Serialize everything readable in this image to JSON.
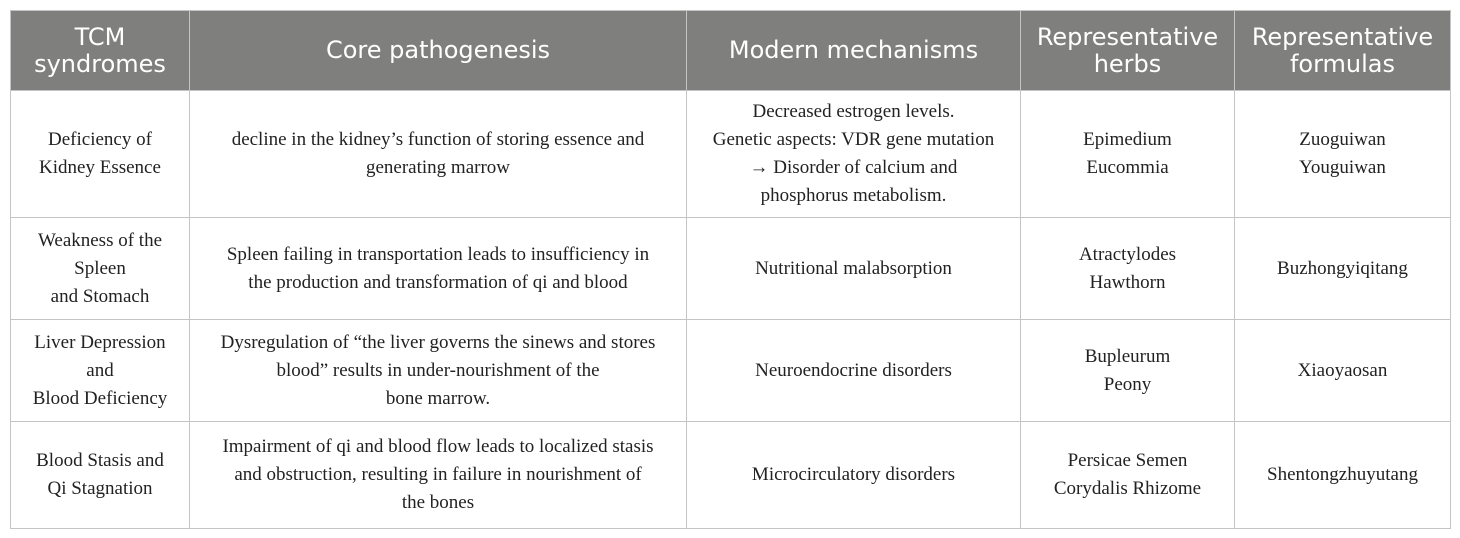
{
  "headers": [
    "TCM\nsyndromes",
    "Core pathogenesis",
    "Modern mechanisms",
    "Representative\nherbs",
    "Representative\nformulas"
  ],
  "rows": [
    {
      "syndrome": "Deficiency of\nKidney Essence",
      "pathogenesis": "decline in the kidney’s function of storing essence and\ngenerating marrow",
      "mechanisms": "Decreased estrogen levels.\nGenetic aspects: VDR gene mutation\n→ Disorder of calcium and\nphosphorus metabolism.",
      "herbs": "Epimedium\nEucommia",
      "formulas": "Zuoguiwan\nYouguiwan"
    },
    {
      "syndrome": "Weakness of the\nSpleen\nand Stomach",
      "pathogenesis": "Spleen failing in transportation leads to insufficiency in\nthe production and transformation of qi and blood",
      "mechanisms": "Nutritional malabsorption",
      "herbs": "Atractylodes\nHawthorn",
      "formulas": "Buzhongyiqitang"
    },
    {
      "syndrome": "Liver Depression\nand\nBlood Deficiency",
      "pathogenesis": "Dysregulation of “the liver governs the sinews and stores\nblood” results in under-nourishment of the\nbone marrow.",
      "mechanisms": "Neuroendocrine disorders",
      "herbs": "Bupleurum\nPeony",
      "formulas": "Xiaoyaosan"
    },
    {
      "syndrome": "Blood Stasis and\nQi Stagnation",
      "pathogenesis": "Impairment of qi and blood flow leads to localized stasis\nand obstruction, resulting in failure in nourishment of\nthe bones",
      "mechanisms": "Microcirculatory disorders",
      "herbs": "Persicae Semen\nCorydalis Rhizome",
      "formulas": "Shentongzhuyutang"
    }
  ]
}
